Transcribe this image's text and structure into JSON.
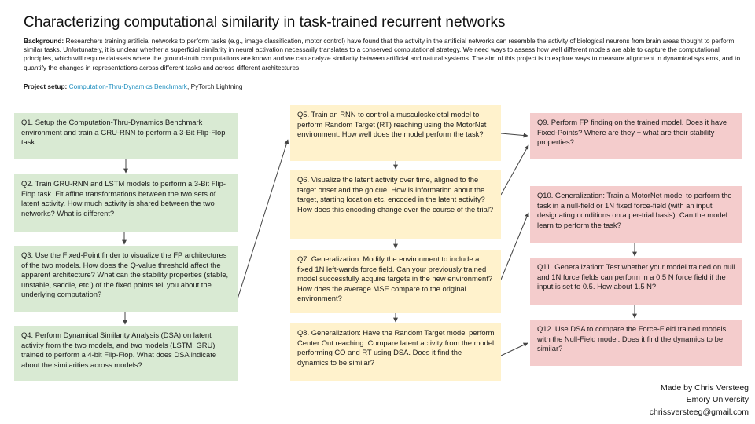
{
  "title": "Characterizing computational similarity in task-trained recurrent networks",
  "background": {
    "label": "Background:",
    "text": " Researchers training artificial networks to perform tasks (e.g., image classification, motor control) have found that the activity in the artificial networks can resemble the activity of biological neurons from brain areas thought to perform similar tasks. Unfortunately, it is unclear whether a superficial similarity in neural activation necessarily translates to a conserved computational strategy. We need ways to assess how well different models are able to capture the computational principles, which will require datasets where the ground-truth computations are known and we can analyze similarity between artificial and natural systems. The aim of this project is to explore ways to measure alignment in dynamical systems, and to quantify the changes in representations across different tasks and across different architectures."
  },
  "project_setup": {
    "label": "Project setup:",
    "link": "Computation-Thru-Dynamics Benchmark",
    "rest": ", PyTorch Lightning"
  },
  "colors": {
    "green": "#d9ead3",
    "yellow": "#fff2cc",
    "red": "#f4cccc",
    "link": "#1f8fbf",
    "arrow": "#444444"
  },
  "questions": {
    "q1": "Q1. Setup the Computation-Thru-Dynamics Benchmark environment and train a GRU-RNN to perform a 3-Bit Flip-Flop task.",
    "q2": "Q2. Train GRU-RNN and LSTM models to perform a 3-Bit Flip-Flop task. Fit affine transformations between the two sets of latent activity. How much activity is shared between the two networks? What is different?",
    "q3": "Q3.  Use the Fixed-Point finder to visualize the FP architectures of the two models. How does the Q-value threshold affect the apparent architecture? What can the stability properties (stable, unstable, saddle, etc.) of the fixed points tell you about the underlying computation?",
    "q4": "Q4. Perform Dynamical Similarity Analysis (DSA) on latent activity from the two models, and two models (LSTM, GRU) trained to perform a 4-bit Flip-Flop. What does DSA indicate about the similarities across models?",
    "q5": "Q5. Train an RNN to control a musculoskeletal model to perform Random Target (RT) reaching using the MotorNet environment. How well does the model perform the task?",
    "q6": "Q6. Visualize the latent activity over time, aligned to the target onset and the go cue. How is information about the target, starting location etc. encoded in the latent activity? How does this encoding change over the course of the trial?",
    "q7": "Q7. Generalization: Modify the environment to include a fixed 1N left-wards force field. Can your previously trained model successfully acquire targets in the new environment? How does the average MSE compare to the original environment?",
    "q8": "Q8. Generalization: Have the Random Target model perform Center Out reaching. Compare latent activity from the model performing CO and RT using DSA. Does it find the dynamics to be similar?",
    "q9": "Q9. Perform FP finding on the trained model. Does it have Fixed-Points? Where are they + what are their stability properties?",
    "q10": "Q10. Generalization: Train a MotorNet model to perform the task in a null-field or 1N fixed force-field (with an input designating conditions on a per-trial basis). Can the model learn to perform the task?",
    "q11": "Q11. Generalization: Test whether your model trained on null and 1N force fields can perform in a 0.5 N force field if the input is set to 0.5. How about 1.5 N?",
    "q12": "Q12. Use DSA to compare the Force-Field trained models with the Null-Field model. Does it find the dynamics to be similar?"
  },
  "credit": {
    "line1": "Made by Chris Versteeg",
    "line2": "Emory University",
    "line3": "chrissversteeg@gmail.com"
  }
}
